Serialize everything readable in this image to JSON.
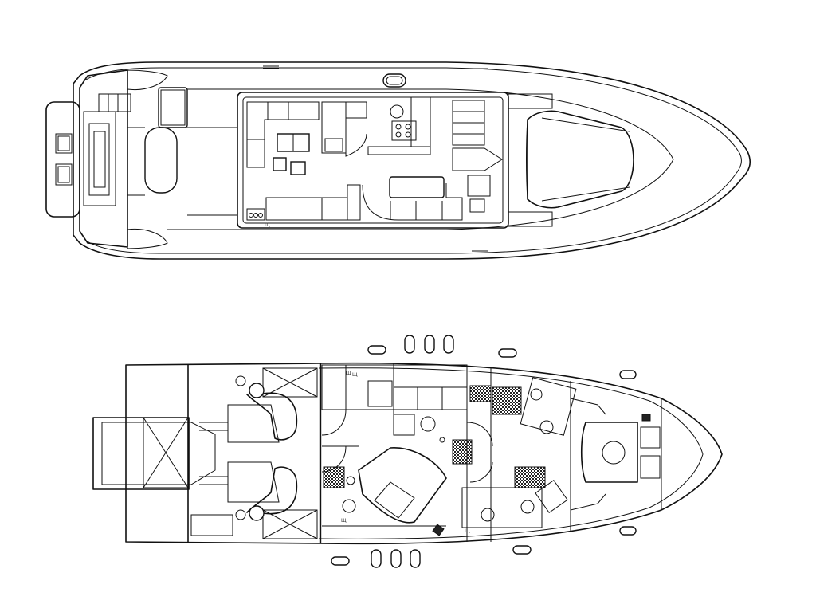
{
  "image": {
    "tiny_labels": [
      "Щ",
      "Щ",
      "Щ",
      "Щ",
      "Щ"
    ]
  }
}
